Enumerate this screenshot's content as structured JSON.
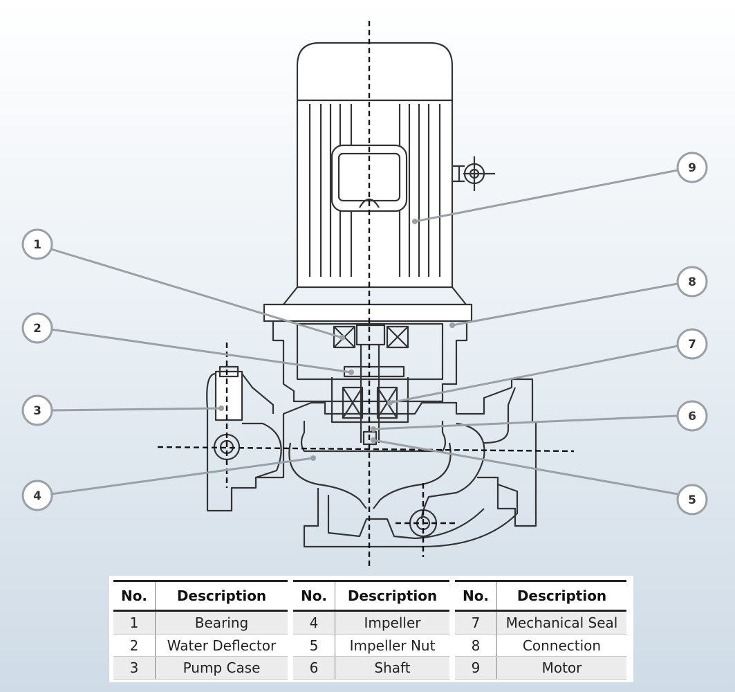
{
  "callouts": [
    "1",
    "2",
    "3",
    "4",
    "5",
    "6",
    "7",
    "8",
    "9"
  ],
  "legend": {
    "header_no": "No.",
    "header_desc": "Description",
    "columns": [
      [
        {
          "no": "1",
          "desc": "Bearing"
        },
        {
          "no": "2",
          "desc": "Water Deflector"
        },
        {
          "no": "3",
          "desc": "Pump Case"
        }
      ],
      [
        {
          "no": "4",
          "desc": "Impeller"
        },
        {
          "no": "5",
          "desc": "Impeller Nut"
        },
        {
          "no": "6",
          "desc": "Shaft"
        }
      ],
      [
        {
          "no": "7",
          "desc": "Mechanical Seal"
        },
        {
          "no": "8",
          "desc": "Connection"
        },
        {
          "no": "9",
          "desc": "Motor"
        }
      ]
    ]
  },
  "colors": {
    "line": "#333333",
    "leader": "#9aa0a6",
    "badge_fill": "#ffffff"
  }
}
